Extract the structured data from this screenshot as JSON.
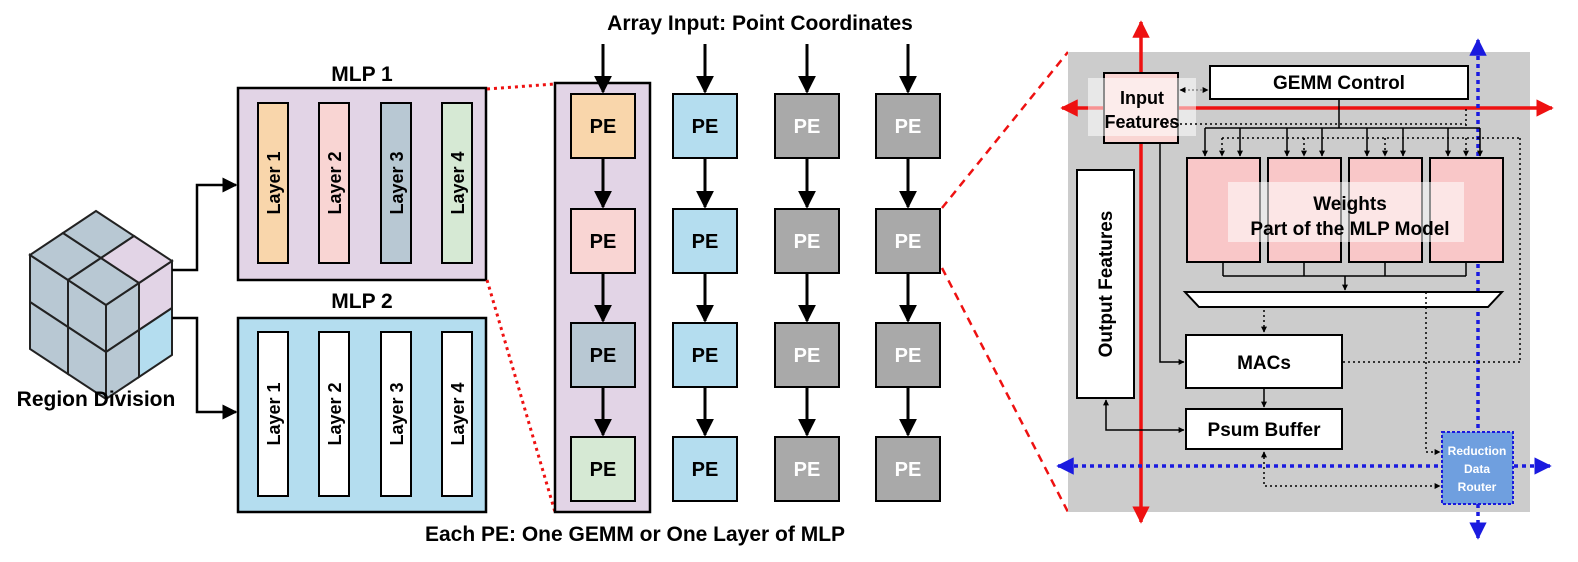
{
  "left": {
    "region_label": "Region Division",
    "mlp1": {
      "title": "MLP 1",
      "layers": [
        "Layer 1",
        "Layer 2",
        "Layer 3",
        "Layer 4"
      ]
    },
    "mlp2": {
      "title": "MLP 2",
      "layers": [
        "Layer 1",
        "Layer 2",
        "Layer 3",
        "Layer 4"
      ]
    }
  },
  "array": {
    "input_label": "Array Input: Point Coordinates",
    "bottom_label": "Each PE: One GEMM or One Layer of MLP",
    "pe_label": "PE"
  },
  "pe_detail": {
    "input_features": [
      "Input",
      "Features"
    ],
    "gemm_control": "GEMM Control",
    "output_features": "Output Features",
    "weights": [
      "Weights",
      "Part of the MLP Model"
    ],
    "macs": "MACs",
    "psum_buffer": "Psum Buffer",
    "router": [
      "Reduction",
      "Data",
      "Router"
    ]
  },
  "colors": {
    "layer1": "#f9d6ab",
    "layer2": "#f9d5d3",
    "layer3": "#b8c8d3",
    "layer4": "#d6e9d4",
    "mlp1_bg": "#e2d4e6",
    "mlp2_bg": "#b4ddef",
    "pe_gray": "#a9a9a9",
    "panel_gray": "#cccccc",
    "weights": "#f9c7c8",
    "router": "#6f9fdf",
    "red_bus": "#ee1111",
    "blue_bus": "#1a1adf"
  }
}
